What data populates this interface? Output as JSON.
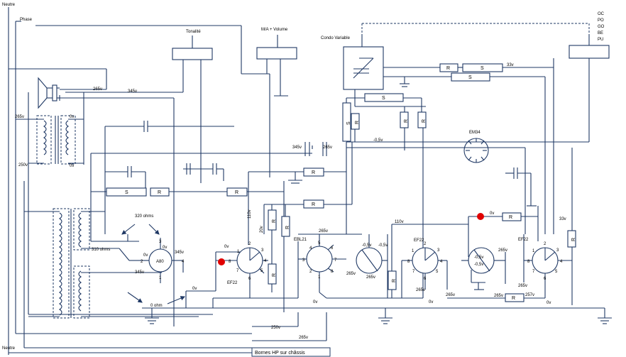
{
  "colors": {
    "wire": "#1f3864",
    "marker": "#e00000",
    "background": "#ffffff"
  },
  "rails": {
    "neutre_top": "Neutre",
    "phase": "Phase",
    "neutre_bottom": "Neutre"
  },
  "controls": {
    "tonalite": "Tonalité",
    "volume": "M/A + Volume",
    "condo": "Condo Variable",
    "bands": [
      "OC",
      "PO",
      "GO",
      "BE",
      "PU"
    ]
  },
  "tubes": {
    "em34": "EM34",
    "a80": "A80",
    "ebl21": "EBL21",
    "ef22_left": "EF22",
    "ef22_mid": "EF22",
    "ef22_right": "EF22"
  },
  "pins": {
    "a80": [
      "1",
      "2",
      "3",
      "4",
      "0v",
      "0v"
    ],
    "ef22_left": [
      "1",
      "2",
      "3",
      "4",
      "5",
      "6",
      "7",
      "8"
    ],
    "ebl21": [
      "1",
      "2",
      "3",
      "4",
      "5",
      "6",
      "7",
      "8"
    ],
    "ef22_mid": [
      "1",
      "2",
      "3",
      "4",
      "5",
      "6",
      "7",
      "8"
    ],
    "ef22_right": [
      "1",
      "2",
      "3",
      "4",
      "5",
      "6",
      "7",
      "8"
    ]
  },
  "components": {
    "resistor": "R",
    "self": "S"
  },
  "voltages": {
    "v265_hp": "265v",
    "v345_hp": "345v",
    "v265_left": "265v",
    "v0_tr1": "0v",
    "v250": "250v",
    "v0_tr2": "0v",
    "v320_ohms": "320 ohms",
    "v310_ohms": "310 ohms",
    "v345_a80": "345v",
    "v345_a80_low": "345v",
    "v0_ohm": "0 ohm",
    "v0_bus": "0v",
    "v33_top": "33v",
    "v_m05_centre": "-0,5v",
    "v345_mid": "345v",
    "v265_mid": "265v",
    "v110_left": "110v",
    "v20": "20v",
    "v0_ef22l": "0v",
    "v265_ebl": "265v",
    "v_m05_a": "-0,5v",
    "v_m05_b": "-0,5v",
    "v265_ebl_low": "265v",
    "v265_ebl_low2": "265v",
    "v0_ebl": "0v",
    "v110_mid": "110v",
    "v0_osc": "0v",
    "v33_right": "33v",
    "v_m05_osc_a": "-0,5v",
    "v_m05_osc_b": "-0,5v",
    "v265_osc": "265v",
    "v265_ef22m": "265v",
    "v265_ef22m_b": "265v",
    "v0_ef22m": "0v",
    "v265_r1": "265v",
    "v257": "257v",
    "v265_r2": "265v",
    "v0_r": "0v",
    "v250_bottom": "250v",
    "v265_bottom": "265v"
  },
  "footer": {
    "bornes": "Bornes HP sur châssis"
  }
}
